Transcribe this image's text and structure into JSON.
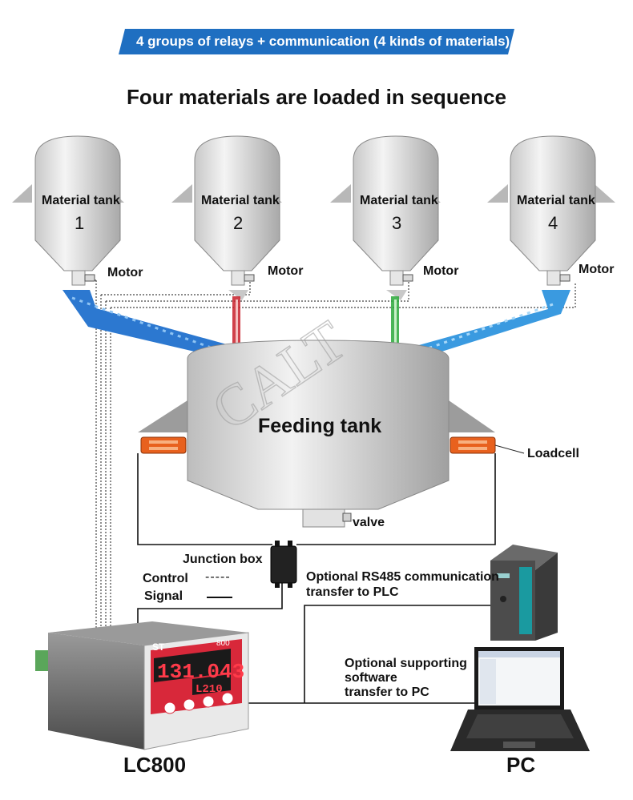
{
  "banner": {
    "text": "4 groups of relays + communication (4 kinds of materials)"
  },
  "headline": "Four materials are loaded in sequence",
  "tanks": [
    {
      "label": "Material tank",
      "number": "1",
      "motor": "Motor"
    },
    {
      "label": "Material tank",
      "number": "2",
      "motor": "Motor"
    },
    {
      "label": "Material tank",
      "number": "3",
      "motor": "Motor"
    },
    {
      "label": "Material tank",
      "number": "4",
      "motor": "Motor"
    }
  ],
  "feeding_tank": {
    "label": "Feeding tank",
    "loadcell": "Loadcell",
    "valve": "valve"
  },
  "junction_box": "Junction box",
  "legend": {
    "control": "Control",
    "control_symbol": "-----",
    "signal": "Signal"
  },
  "rs485": {
    "line1": "Optional RS485 communication",
    "line2": "transfer to PLC"
  },
  "software": {
    "line1": "Optional supporting",
    "line2": "software",
    "line3": "transfer to PC"
  },
  "devices": {
    "indicator": "LC800",
    "pc": "PC"
  },
  "display": {
    "main": "131.043",
    "sub": "L210",
    "brand": "ST",
    "model": "800"
  },
  "watermark": "CALT",
  "colors": {
    "banner": "#1f6fc1",
    "display": "#d8283a",
    "loadcell": "#e8611e",
    "blue_material": "#2c78d0",
    "red_material": "#c8202a",
    "green_material": "#2aa83a"
  }
}
